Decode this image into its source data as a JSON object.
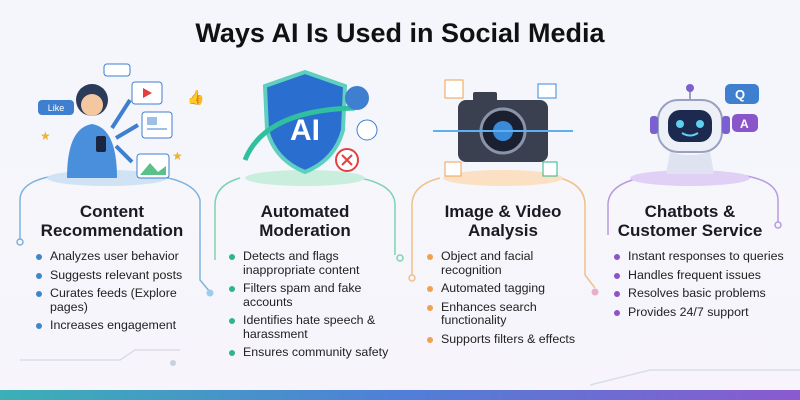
{
  "title": "Ways AI Is Used in Social Media",
  "colors": {
    "blue": "#3f86c6",
    "green": "#2fb58a",
    "orange": "#f0a050",
    "purple": "#8a55c8"
  },
  "columns": [
    {
      "heading_line1": "Content",
      "heading_line2": "Recommendation",
      "icon": "person-with-phone-feeds-icon",
      "badge": "Like",
      "bullets": [
        "Analyzes user behavior",
        "Suggests relevant posts",
        "Curates feeds (Explore pages)",
        "Increases engagement"
      ]
    },
    {
      "heading_line1": "Automated",
      "heading_line2": "Moderation",
      "icon": "ai-shield-icon",
      "badge": "AI",
      "bullets": [
        "Detects and flags inappropriate content",
        "Filters spam and fake accounts",
        "Identifies hate speech & harassment",
        "Ensures community safety"
      ]
    },
    {
      "heading_line1": "Image & Video",
      "heading_line2": "Analysis",
      "icon": "camera-scan-icon",
      "bullets": [
        "Object and facial recognition",
        "Automated tagging",
        "Enhances search functionality",
        "Supports filters & effects"
      ]
    },
    {
      "heading_line1": "Chatbots &",
      "heading_line2": "Customer Service",
      "icon": "robot-chatbot-icon",
      "badge_q": "Q",
      "badge_a": "A",
      "bullets": [
        "Instant responses to queries",
        "Handles frequent issues",
        "Resolves basic problems",
        "Provides 24/7 support"
      ]
    }
  ]
}
